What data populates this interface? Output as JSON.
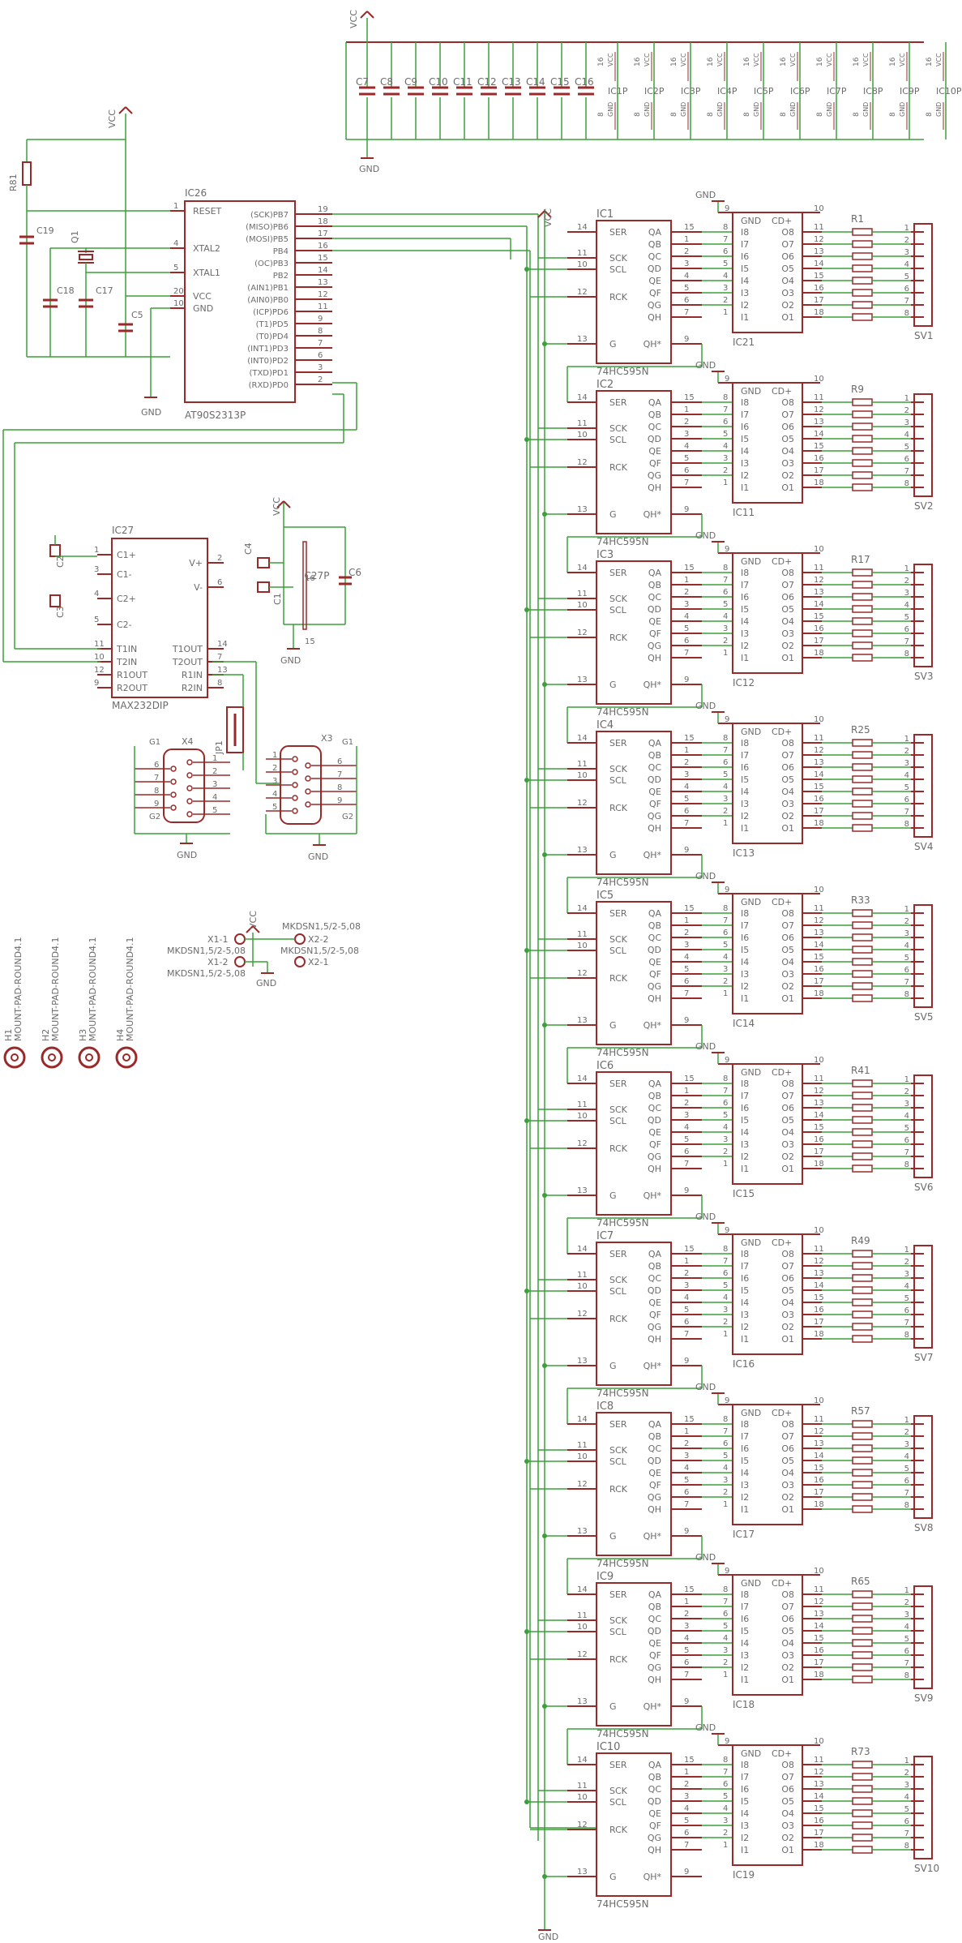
{
  "power": {
    "vcc": "VCC",
    "gnd": "GND",
    "caps": [
      "C7",
      "C8",
      "C9",
      "C10",
      "C11",
      "C12",
      "C13",
      "C14",
      "C15",
      "C16"
    ],
    "ic_power": [
      "IC1P",
      "IC2P",
      "IC3P",
      "IC4P",
      "IC5P",
      "IC6P",
      "IC7P",
      "IC8P",
      "IC9P",
      "IC10P"
    ],
    "pin_vcc": "16",
    "pin_gnd": "8"
  },
  "mcu": {
    "name": "IC26",
    "part": "AT90S2313P",
    "left_pins": [
      {
        "num": "1",
        "name": "RESET"
      },
      {
        "num": "4",
        "name": "XTAL2"
      },
      {
        "num": "5",
        "name": "XTAL1"
      },
      {
        "num": "20",
        "name": "VCC"
      },
      {
        "num": "10",
        "name": "GND"
      }
    ],
    "right_pins": [
      {
        "num": "19",
        "name": "(SCK)PB7"
      },
      {
        "num": "18",
        "name": "(MISO)PB6"
      },
      {
        "num": "17",
        "name": "(MOSI)PB5"
      },
      {
        "num": "16",
        "name": "PB4"
      },
      {
        "num": "15",
        "name": "(OC)PB3"
      },
      {
        "num": "14",
        "name": "PB2"
      },
      {
        "num": "13",
        "name": "(AIN1)PB1"
      },
      {
        "num": "12",
        "name": "(AIN0)PB0"
      },
      {
        "num": "11",
        "name": "(ICP)PD6"
      },
      {
        "num": "9",
        "name": "(T1)PD5"
      },
      {
        "num": "8",
        "name": "(T0)PD4"
      },
      {
        "num": "7",
        "name": "(INT1)PD3"
      },
      {
        "num": "6",
        "name": "(INT0)PD2"
      },
      {
        "num": "3",
        "name": "(TXD)PD1"
      },
      {
        "num": "2",
        "name": "(RXD)PD0"
      }
    ],
    "parts": {
      "r81": "R81",
      "c19": "C19",
      "q1": "Q1",
      "c18": "C18",
      "c17": "C17",
      "c5": "C5"
    }
  },
  "rs232": {
    "name": "IC27",
    "part": "MAX232DIP",
    "power_name": "IC27P",
    "left_pins": [
      {
        "num": "1",
        "name": "C1+"
      },
      {
        "num": "3",
        "name": "C1-"
      },
      {
        "num": "4",
        "name": "C2+"
      },
      {
        "num": "5",
        "name": "C2-"
      },
      {
        "num": "11",
        "name": "T1IN"
      },
      {
        "num": "10",
        "name": "T2IN"
      },
      {
        "num": "12",
        "name": "R1OUT"
      },
      {
        "num": "9",
        "name": "R2OUT"
      }
    ],
    "right_pins": [
      {
        "num": "2",
        "name": "V+"
      },
      {
        "num": "6",
        "name": "V-"
      },
      {
        "num": "14",
        "name": "T1OUT"
      },
      {
        "num": "7",
        "name": "T2OUT"
      },
      {
        "num": "13",
        "name": "R1IN"
      },
      {
        "num": "8",
        "name": "R2IN"
      }
    ],
    "caps": {
      "c2": "C2",
      "c3": "C3",
      "c4": "C4",
      "c1": "C1",
      "c6": "C6"
    },
    "pwr_pins": {
      "vcc": "16",
      "gnd": "15",
      "vcc_lbl": "VCC",
      "gnd_lbl": "GND"
    }
  },
  "connectors": {
    "x4": "X4",
    "x3": "X3",
    "jp1": "JP1",
    "g1": "G1",
    "g2": "G2",
    "x4_left": [
      "6",
      "7",
      "8",
      "9"
    ],
    "x4_right": [
      "1",
      "2",
      "3",
      "4",
      "5"
    ],
    "x3_left": [
      "1",
      "2",
      "3",
      "4",
      "5"
    ],
    "x3_right": [
      "6",
      "7",
      "8",
      "9"
    ],
    "terminal": {
      "x1_1": "X1-1",
      "x1_2": "X1-2",
      "x2_2": "X2-2",
      "x2_1": "X2-1",
      "part": "MKDSN1,5/2-5,08"
    }
  },
  "mounts": {
    "labels": [
      "H1",
      "H2",
      "H3",
      "H4"
    ],
    "part": "MOUNT-PAD-ROUND4.1"
  },
  "shift": {
    "part": "74HC595N",
    "left_pins": [
      {
        "num": "14",
        "name": "SER"
      },
      {
        "num": "11",
        "name": "SCK"
      },
      {
        "num": "10",
        "name": "SCL"
      },
      {
        "num": "12",
        "name": "RCK"
      },
      {
        "num": "13",
        "name": "G"
      }
    ],
    "outputs": [
      "QA",
      "QB",
      "QC",
      "QD",
      "QE",
      "QF",
      "QG",
      "QH"
    ],
    "out_nums": [
      "15",
      "1",
      "2",
      "3",
      "4",
      "5",
      "6",
      "7"
    ],
    "qh_star": "QH*",
    "qh_star_num": "9",
    "names": [
      "IC1",
      "IC2",
      "IC3",
      "IC4",
      "IC5",
      "IC6",
      "IC7",
      "IC8",
      "IC9",
      "IC10"
    ]
  },
  "driver": {
    "inputs": [
      "I8",
      "I7",
      "I6",
      "I5",
      "I4",
      "I3",
      "I2",
      "I1"
    ],
    "in_nums": [
      "8",
      "7",
      "6",
      "5",
      "4",
      "3",
      "2",
      "1"
    ],
    "outputs": [
      "O8",
      "O7",
      "O6",
      "O5",
      "O4",
      "O3",
      "O2",
      "O1"
    ],
    "out_nums": [
      "11",
      "12",
      "13",
      "14",
      "15",
      "16",
      "17",
      "18"
    ],
    "gnd_name": "GND",
    "gnd_num": "9",
    "cd_name": "CD+",
    "cd_num": "10",
    "names": [
      "IC21",
      "IC11",
      "IC12",
      "IC13",
      "IC14",
      "IC15",
      "IC16",
      "IC17",
      "IC18",
      "IC19"
    ]
  },
  "res_labels": [
    "R1",
    "R9",
    "R17",
    "R25",
    "R33",
    "R41",
    "R49",
    "R57",
    "R65",
    "R73"
  ],
  "sv_names": [
    "SV1",
    "SV2",
    "SV3",
    "SV4",
    "SV5",
    "SV6",
    "SV7",
    "SV8",
    "SV9",
    "SV10"
  ],
  "sv_pins": [
    "1",
    "2",
    "3",
    "4",
    "5",
    "6",
    "7",
    "8"
  ],
  "bottom_gnd": "GND"
}
